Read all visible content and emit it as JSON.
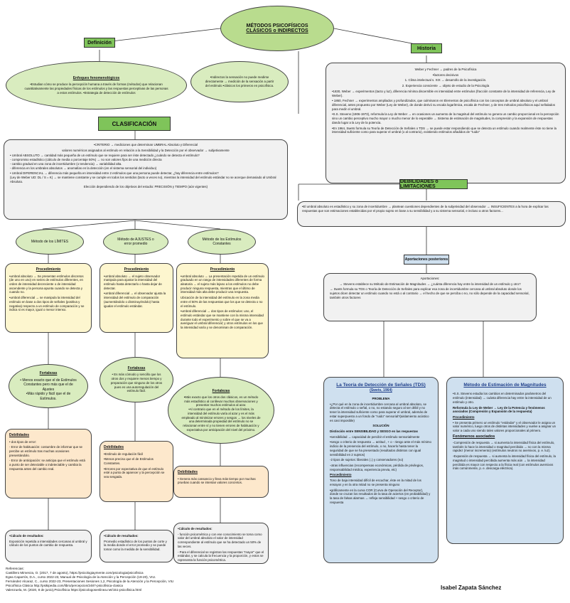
{
  "title": {
    "line1": "MÉTODOS PSICOFÍSICOS",
    "line2": "CLÁSICOS o INDIRECTOS"
  },
  "labels": {
    "definicion": "Definición",
    "historia": "Historia",
    "clasificacion": "CLASIFICACIÓN",
    "debilidades": "DEBILIDADES o LIMITACIONES",
    "aportaciones_post": "Aportaciones posteriores"
  },
  "definicion": {
    "enfoques_head": "Enfoques fenomenológicos",
    "enfoques_text": "•Estudian cómo se produce la percepción humana a través de formas (métodos) que relacionan cuantitativamente las propiedades físicas de los estímulos y las respuestas perceptivas de las personas a estos estímulos. •Estrategia de detección de estímulos",
    "indirectos_text": "•Indirectos la sensación no puede medirse directamente → medición de la sensación a partir del estímulo •clásicos los primeros en psicofísica."
  },
  "historia": [
    "Weber y Fechner → padres de la Psicofísica",
    "•factores decisivos",
    "1. Clima intelectual s. XIX → desarrollo de la investigación.",
    "2. Experiencia consciente → objeto de estudio de la Psicología",
    "•1830, Weber → experimentos (tacto y luz), diferencia mínima discernible en intensidad entre estímulos (fracción constante de la intensidad de referencia, Ley de Weber).",
    "• 1860, Fechner → experimentos ampliados y profundizados, que culminaron en Elementos de psicofísica con los conceptos de umbral absoluto y el umbral diferencial, antes propuesto por Weber (Ley de Weber), de donde derivó su escala logarítmica, escala de Fechner, y de tres métodos psicofísicos aquí señalados para medir el umbral.",
    "•S.S. Stevens (1906-1973), reformula la Ley de Weber → en ocasiones un aumento de la magnitud del estímulo no genera un cambio proporcional en la percepción sino un cambio perceptivo mucho mayor o mucho menor de lo esperable → Sistema de estimación de magnitudes, la compresión y la expansión de respuestas dando lugar a la Ley de la potencia.",
    "•En 1964, Swets formula su Teoría de Detección de Señales o TDS → se puede estar respondiendo que se detecta un estímulo cuando realmente éste no tiene la intensidad suficiente como para superar el umbral (o al contrario), existiendo estímulos añadidos de \"ruido\""
  ],
  "clasificacion": [
    "•CRITERIO → mediciones que determinan UMBRAL Absoluto y Diferencial",
    "valores numéricos asignados al estímulo en relación a la Sensibilidad y la Detección por el observador → subjetivamente",
    "• Umbral ABSOLUTO → cantidad más pequeña de un estímulo que se requiere para ser éste detectado ¿cuándo se detecta el estímulo?",
    "- compromiso estadístico (cálculo de media o porcentaje 50%) → no son valores fijos de una medición directa",
    "- cambio gradual en una zona de incertidumbre (o tendencia) → variabilidad alta.",
    "- diferencia en los umbrales absolutos → anomalías en la detección (en el sistema sensorial del individuo)",
    "• Umbral DIFERENCIAL → diferencia más pequeña en intensidad entre 2 estímulos que una persona puede detectar, ¿hay diferencia entre estímulos?",
    "(Ley de Weber UD: DL / S = K) → se mantiene constante y se cumple en todos los sentidos (tacto a veces no), mientras la intensidad del estímulo estándar no se acerque demasiado al Umbral Absoluto.",
    "Elección dependiendo de los objetivos del estudio: PRECISIÓN y TIEMPO (aún vigentes)"
  ],
  "debilidades_text": "•El umbral absoluto es estadístico y su zona de incertidumbre → plantean cuestiones dependientes de la subjetividad del observador → INSUFICIENTES a la hora de explicar las respuestas que son estimaciones establecidas por el propio sujeto en base a su sensibilidad y a su sistema sensorial, e incluso a otros factores...",
  "aportaciones": [
    "Aportaciones:",
    "→ Stevens establece su Método de Estimación de Magnitudes → ¿cuánta diferencia hay entre la intensidad de un estímulo y otro?",
    "→ Swets formula su TDS o Teoría de Detección de Señales para explicar esa zona de incertidumbre cercana al umbral absoluto donde los sujetos dicen detectar un estímulo cuando no está o al contrario → el hecho de que se perciba o no, no sólo depende de la capacidad sensorial, también otros factores"
  ],
  "methods": {
    "limites": "Método de los LÍMITES",
    "ajustes": "Método de AJUSTES o error promedio",
    "constantes": "Método de los Estímulos Constantes"
  },
  "proc_label": "Procedimiento",
  "fort_label": "Fortalezas",
  "deb_label": "Debilidades",
  "limites": {
    "proc": [
      "•umbral absoluto → Se presentan estímulos discretos (de uno en uno) en series de estímulos diferentes, en orden de intensidad decreciente o de intensidad ascendente y la persona apunta cuando se detecta y cuando no.",
      "•umbral diferencial → se manipula la intensidad del estímulo en base a dos tipos de señales (positiva y negativa) respecto a un estímulo de comparación y se indica si es mayor, igual o menor intenso."
    ],
    "fort": [
      "• Menos exacto que el de Estímulos Constantes pero más que el de Ajustes",
      "•Más rápido y fácil que el de Estímulos."
    ],
    "deb": [
      "• dos tipos de error:",
      "- Error de habituación: costumbre de informar que se percibe un estímulo tras muchas ocasiones presentándolo.",
      "- Error de anticipación: se anticipa que el estímulo está a punto de ser detectable o indetectable y cambia la respuesta antes del cambio real."
    ],
    "calc": [
      "•Cálculo de resultados:",
      "Exposición repetida a intensidades cercanas al umbral y cálculo de los puntos de cambio de respuesta."
    ]
  },
  "ajustes": {
    "proc": [
      "•umbral absoluto → el sujeto observador manipula para ajustar la intensidad del estímulo hasta detectarlo o hasta dejar de detectar.",
      "•umbral diferencial → el observador ajusta la intensidad del estímulo de comparación (aumentándolo o disminuyéndolo) hasta igualar el estímulo estándar."
    ],
    "fort": [
      "• Es más cómodo y sencillo que los otros dos y requiere menos tiempo y preparación que ninguno de los otros pues es una autorregulación del estímulo fácil."
    ],
    "deb": [
      "•Estímulo de regulación fácil",
      "•Menos preciso que el de Estímulos Constantes.",
      "•Errores por expectativa de que el estímulo esté a punto de aparecer y la percepción se vea sesgada."
    ],
    "calc": [
      "•Cálculo de resultados:",
      "Promedio estadístico de los puntos de corte y la media donde el error promedio y se puede tomar como la medida de la sensibilidad."
    ]
  },
  "constantes": {
    "proc": [
      "•umbral absoluto → La presentación repetida de un estímulo graduado en un rango de intensidades diferentes de forma aleatoria → el sujeto más lejano a los estímulos no debe producir ninguna respuesta, mientras que el último de intensidad más alta debe producir una respuesta.",
      "Ubicación de la intensidad del estímulo en la zona media entre el 50% de las respuestas que los que se detecta o no el estímulo.",
      "•umbral diferencial → dos tipos de estímulos: uno, el estímulo estándar que se mantiene con la misma intensidad durante todo el experimento y sobre el que se va a averiguar el umbral diferencial; y otros estímulos en los que la intensidad varía y se denominan de comparación."
    ],
    "fort": [
      "•Más exacto que los otros dos clásicos, es un método más estadístico al conllevar muchas observaciones y presentar muchos estímulos al azar.",
      "•Al contrario que en el método de los límites, la intensidad del estímulo varía al azar y es el más empleado al minimizar errores y sesgos → los niveles de una determinada propiedad del estímulo no se relacionan entre sí y no tienen errores de habituación y expectativa por anticipación del nivel del próximo."
    ],
    "deb": [
      "• Genera más cansancio y lleva más tiempo por muchas pruebas cuando se intentan valores concretos."
    ],
    "calc": [
      "•Cálculo de resultados:",
      "- función psicométrica y con ese conocimiento se toma como valor del umbral absoluto el valor de intensidad correspondiente al estímulo que se ha detectado un 50% de las veces.",
      "- Para el diferencial se registran las respuestas \"mayor\" que el estándar, y se calcula la frecuencia y la proporción, y estos se representa la función psicométrica."
    ]
  },
  "tds": {
    "title": "La Teoría de Detección de Señales (TDS)",
    "subtitle": "(Swets, 1964)",
    "problema_label": "PROBLEMA",
    "problema": "•¿Por qué en la zona de incertidumbre cercana al umbral absoluto, se detecta el estímulo o señal, o no, no estando seguro al ser débil y no tener la intensidad suficiente como para superar el umbral, además de estar superpuesto a un fondo de \"ruido\" sensorial?(aislamiento acústico es casi imposible)",
    "solucion_label": "SOLUCIÓN",
    "solucion": [
      "Distinción entre SENSIBILIDAD y SESGO en las respuestas",
      "•sensibilidad → capacidad de percibir el estímulo sensorialmente",
      "•sesgo o criterio de respuesta → actitud , + o - riesgo ante el más mínimo indicio de la presencia del estímulo, o no, hacerlo hasta tener la seguridad de que se ha presentado (resultados distintos con igual sensibilidad en 2 sujetos)",
      "-2 tipos de sujetos: liberales (↓) y conservadores (no)",
      "-otras influencias (recompensas económicas, pérdida de privilegios, responsabilidad médica, experiencia previa, etc)"
    ],
    "proc_label": "Procedimiento",
    "proc": [
      "Tono de baja intensidad difícil de escuchar, éste en la mitad de los ensayos y en la otra mitad no se presenta ninguno",
      "•gráficamente en la curva COR (Curva de Operación del Receptor), donde se cruzan los resultados de la tasa de aciertos (en probabilidad) y la tasa de falsas alarmas → refleja sensibilidad + sesgo o criterio de respuesta"
    ]
  },
  "estimacion": {
    "title": "Método de Estimación de Magnitudes",
    "intro": "•S.S. Stevens estudia los cambios en determinados parámetros del estímulo (intensidad) → cuánta diferencia hay entre la intensidad de un estímulo y otro.",
    "reform": "Reformula la Ley de Weber → Ley de la Potencia y fenómenos asociados (Compresión y Expansión de la respuesta)",
    "proc_label": "Procedimiento",
    "proc": "• Se presenta primero un estímulo \"estándar\" y el observador le asigna un valor numérico, luego otros de distintas intensidades y vuelve a asignar un valor a cada uno siendo tales valores proporcionales al primero.",
    "fen_label": "Fenómenos asociados",
    "fen": [
      "-Compresión de respuesta → si aumenta la intensidad física del estímulo, también lo hace la intensidad o magnitud percibida → no con la misma rapidez (menor incremento) (estímulos neutros no aversivos, p. e. luz).",
      "-Expansión de respuesta → si aumenta la intensidad física del estímulo, la magnitud o intensidad percibida aumenta más aún → la intensidad percibida es mayor con respecto a la física real (con estímulos aversivos más comúnmente, p. e. descarga eléctrica)."
    ]
  },
  "referencias": {
    "label": "Referencias:",
    "items": [
      "Castillero Mimenza, O. (2017, 7 de agosto), https://psicologiaymente.com/psicologia/psicofisica",
      "Egea Caparrós, D.A., curso 2022-23, Manual de Psicología de la Atención y la Percepción (19-20), VIU.",
      "Fernández Alcaraz, C., curso 2022-23, Presentaciones Sesiones 1,2, Psicología de la Atención y la Percepción, VIU",
      "Psicofísica Clásica http://psikipedia.com/libro/percepcion/2487-psicofisica-clasica",
      "Valenzuela, M. (2020, 8 de junio),Psicofísica https://psicologosenlinea.net/151-psicofisica.html"
    ]
  },
  "author": "Isabel Zapata Sánchez"
}
